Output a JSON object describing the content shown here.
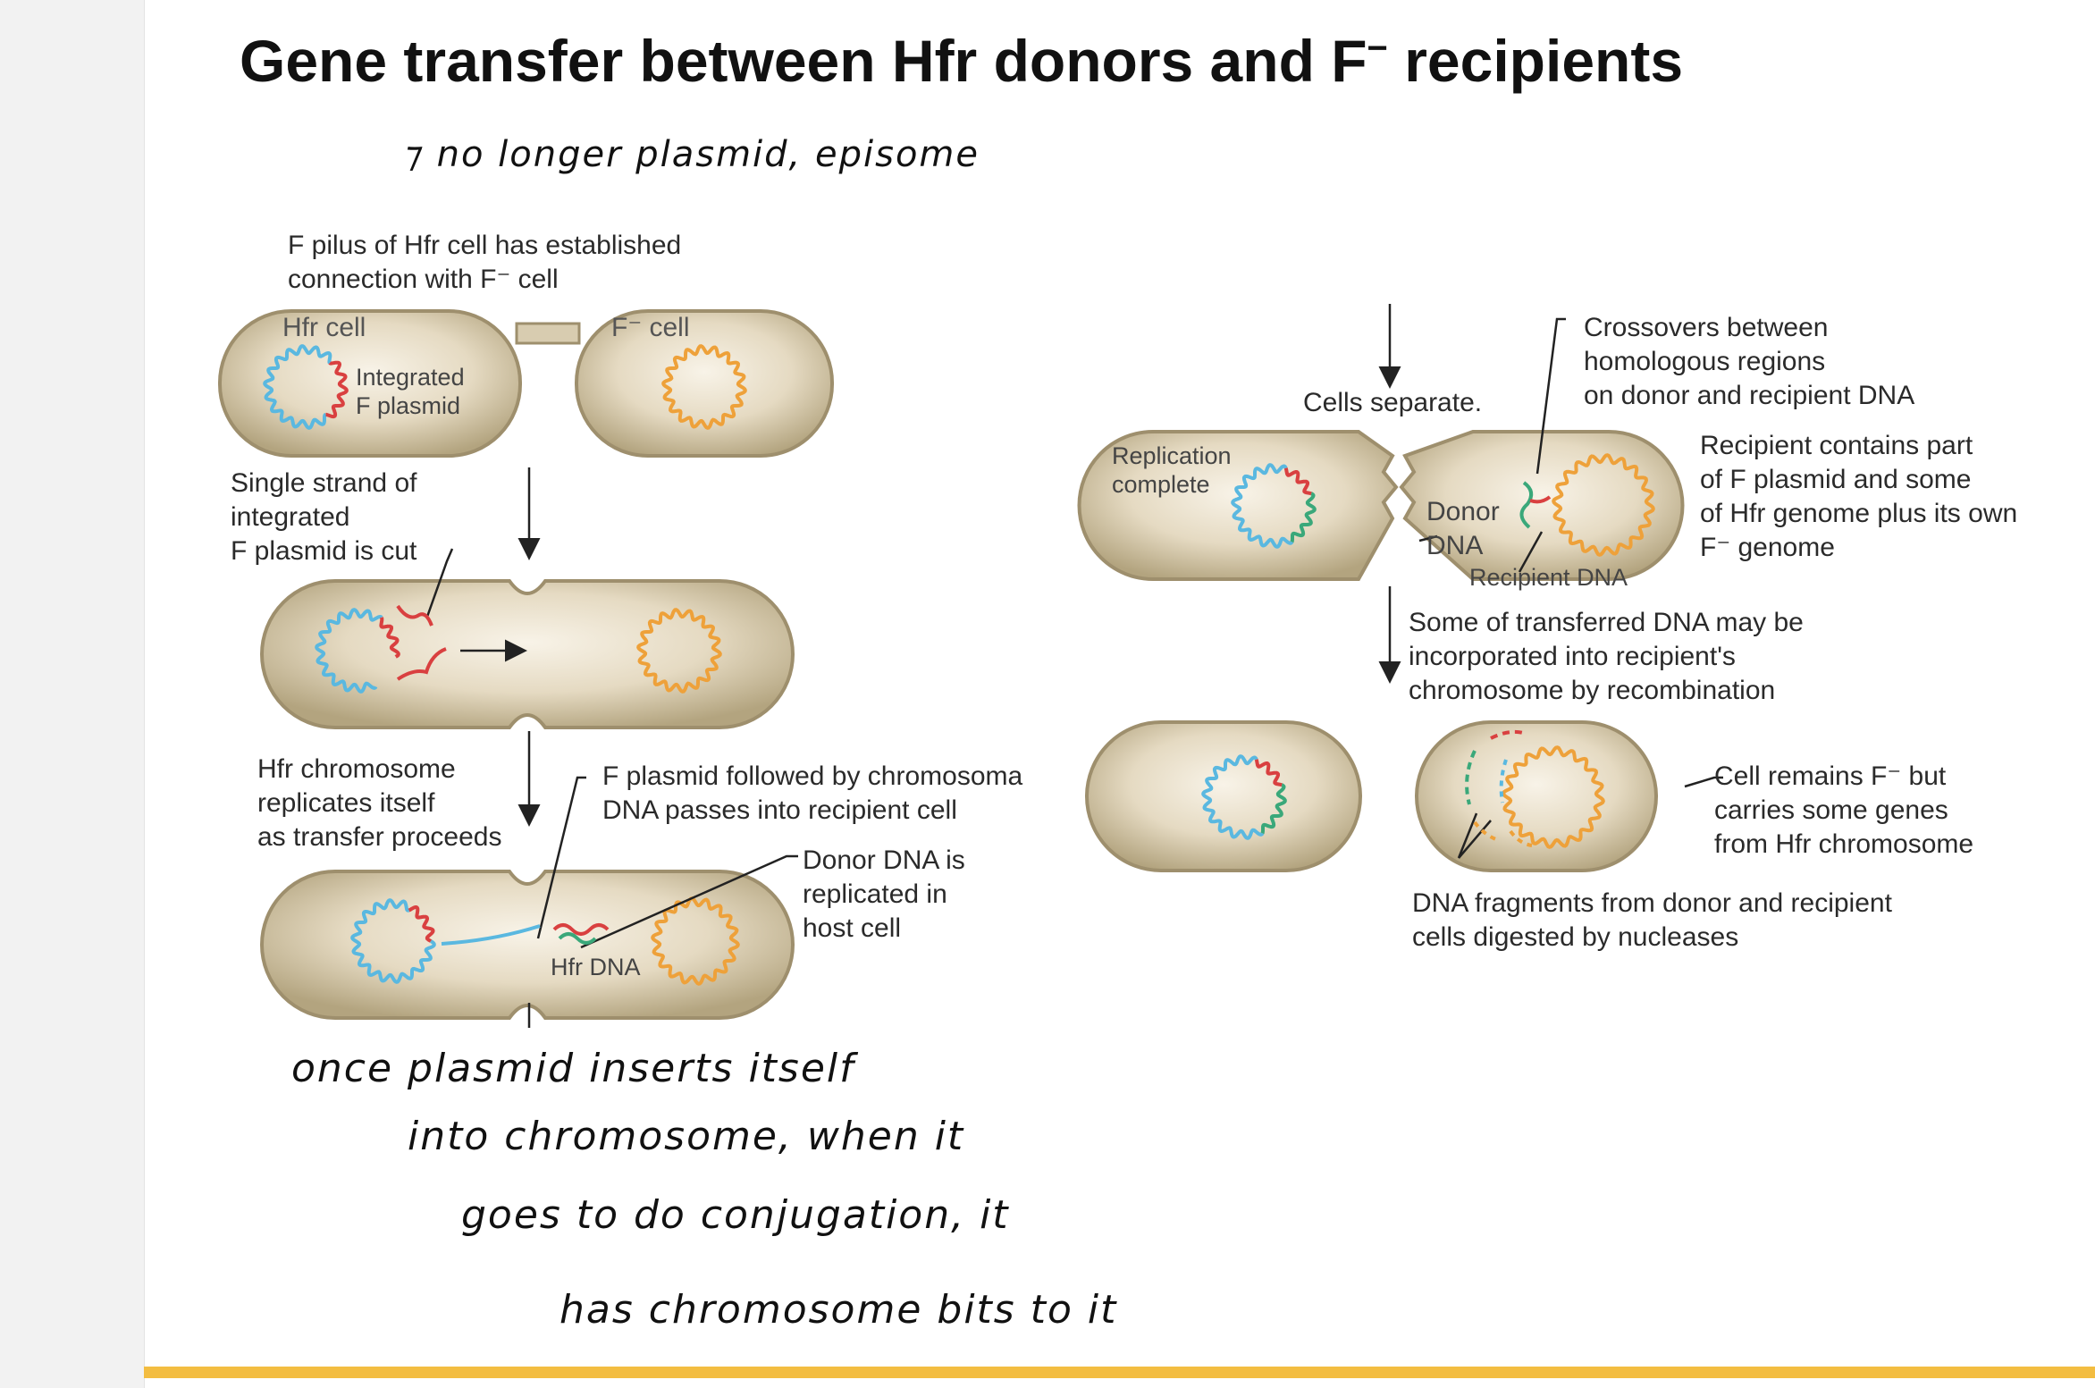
{
  "title_main": "Gene transfer between Hfr donors and F",
  "title_sup": "−",
  "title_end": " recipients",
  "handwriting": {
    "episome": "⁊ no longer plasmid, episome",
    "bottom": [
      "once plasmid inserts itself",
      "into chromosome, when it",
      "goes to do conjugation, it",
      "has chromosome bits to it"
    ]
  },
  "labels": {
    "pilus": [
      "F pilus of Hfr cell has established",
      "connection with F⁻ cell"
    ],
    "hfr_cell": "Hfr cell",
    "f_cell": "F⁻ cell",
    "integrated": [
      "Integrated",
      "F plasmid"
    ],
    "single_strand": [
      "Single strand of",
      "integrated",
      "F plasmid is cut"
    ],
    "hfr_replicates": [
      "Hfr chromosome",
      "replicates itself",
      "as transfer proceeds"
    ],
    "f_followed": [
      "F plasmid followed by chromosoma",
      "DNA passes into recipient cell"
    ],
    "donor_replicated": [
      "Donor DNA is",
      "replicated in",
      "host cell"
    ],
    "hfr_dna": "Hfr DNA",
    "cells_separate": "Cells separate.",
    "crossovers": [
      "Crossovers between",
      "homologous regions",
      "on donor and recipient DNA"
    ],
    "replication_complete": [
      "Replication",
      "complete"
    ],
    "recipient_contains": [
      "Recipient contains part",
      "of F plasmid and some",
      "of Hfr genome plus its own",
      "F⁻ genome"
    ],
    "donor_dna": [
      "Donor",
      "DNA"
    ],
    "recipient_dna": "Recipient DNA",
    "some_transferred": [
      "Some of transferred DNA may be",
      "incorporated into recipient's",
      "chromosome by recombination"
    ],
    "cell_remains": [
      "Cell remains F⁻ but",
      "carries some genes",
      "from Hfr chromosome"
    ],
    "fragments": [
      "DNA fragments from donor and recipient",
      "cells digested by nucleases"
    ]
  },
  "colors": {
    "cell_fill": "#d8ccb0",
    "cell_edge": "#9e8f6d",
    "donor_dna": "#5ab8e0",
    "f_plasmid": "#d94040",
    "recipient_dna": "#eea13a",
    "green_dna": "#3aa87a",
    "accent_rule": "#f3bd41"
  }
}
